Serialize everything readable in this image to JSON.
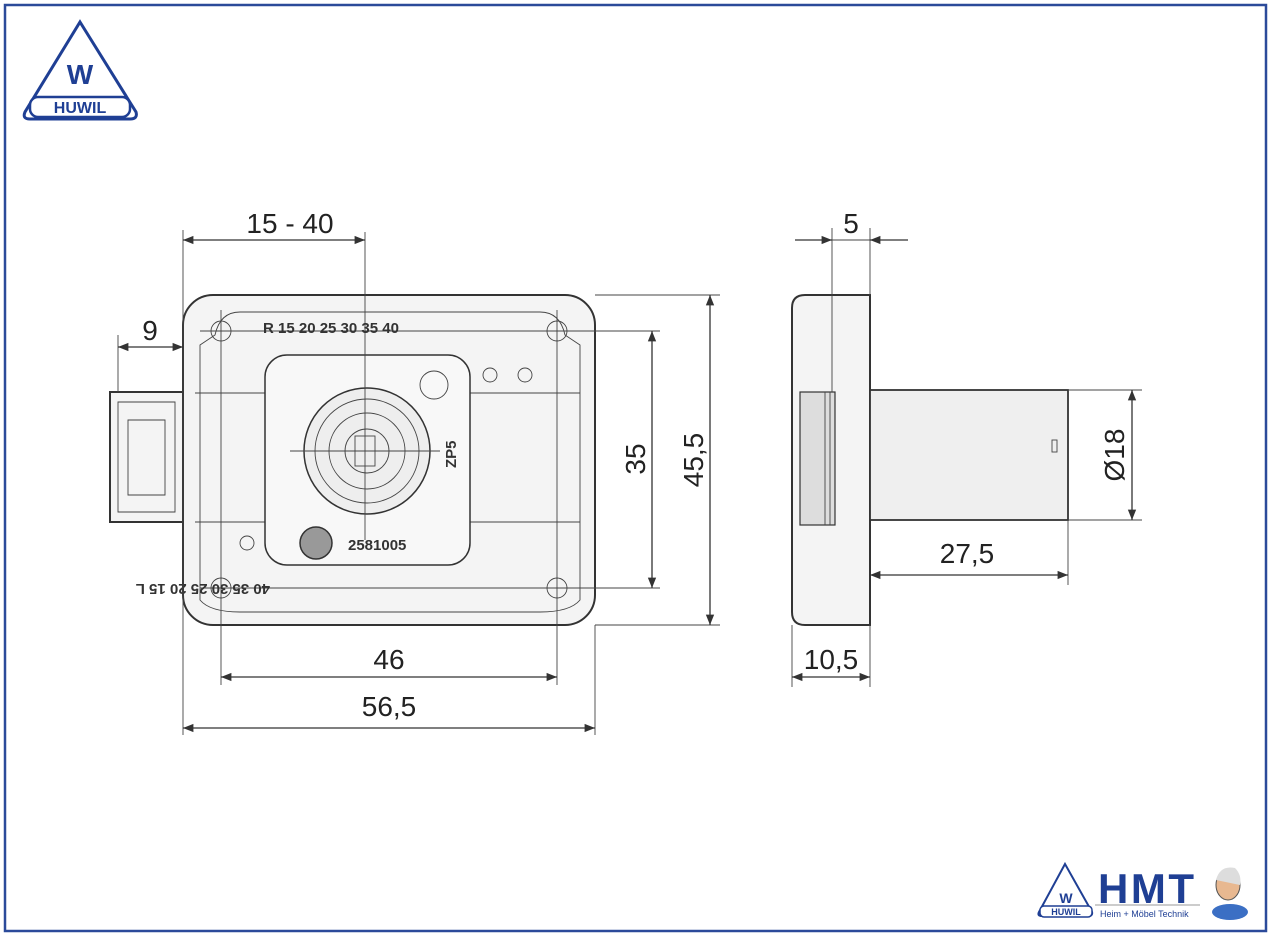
{
  "brand": {
    "logo_text": "HUWIL",
    "logo_letter": "W",
    "footer_logo_title": "HMT",
    "footer_logo_subtitle": "Heim + Möbel Technik",
    "frame_color": "#2b4a9a",
    "brand_color": "#1f3f94"
  },
  "front_view": {
    "dim_backset": "15 - 40",
    "dim_bolt": "9",
    "dim_hole_vertical": "35",
    "dim_height": "45,5",
    "dim_hole_horizontal": "46",
    "dim_width": "56,5",
    "scale_top": "R 15 20 25 30 35 40",
    "scale_bottom": "40 35 30 25 20 15 L",
    "cylinder_code": "ZP5",
    "part_number": "2581005"
  },
  "side_view": {
    "dim_plate": "5",
    "dim_diameter": "Ø18",
    "dim_cylinder_length": "27,5",
    "dim_depth": "10,5"
  }
}
